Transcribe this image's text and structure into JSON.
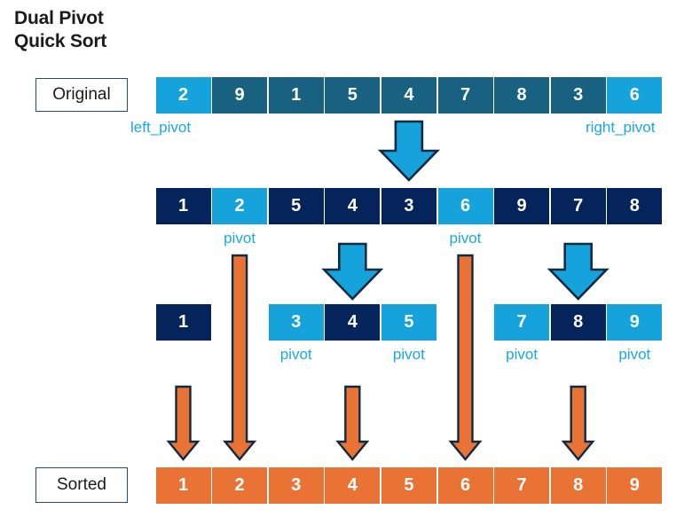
{
  "title": "Dual Pivot\nQuick Sort",
  "labels": {
    "original": "Original",
    "sorted": "Sorted",
    "left_pivot": "left_pivot",
    "right_pivot": "right_pivot",
    "pivot": "pivot"
  },
  "colors": {
    "light_blue": "#16A3DB",
    "teal": "#196180",
    "navy": "#06245C",
    "orange": "#E87335",
    "caption_blue": "#17A8E8",
    "outline": "#102A43",
    "label_border": "#1F4E79",
    "background": "#FFFFFF",
    "text_on_cell": "#FFFFFF",
    "title_text": "#1A1A1A"
  },
  "rows": [
    {
      "name": "original",
      "label": "Original",
      "values": [
        2,
        9,
        1,
        5,
        4,
        7,
        8,
        3,
        6
      ],
      "styles": [
        "light",
        "teal",
        "teal",
        "teal",
        "teal",
        "teal",
        "teal",
        "teal",
        "light"
      ],
      "captions": [
        {
          "text": "left_pivot",
          "index": 0
        },
        {
          "text": "right_pivot",
          "index": 8
        }
      ]
    },
    {
      "name": "partition-1",
      "label": "",
      "values": [
        1,
        2,
        5,
        4,
        3,
        6,
        9,
        7,
        8
      ],
      "styles": [
        "navy",
        "light",
        "navy",
        "navy",
        "navy",
        "light",
        "navy",
        "navy",
        "navy"
      ],
      "captions": [
        {
          "text": "pivot",
          "index": 1
        },
        {
          "text": "pivot",
          "index": 5
        }
      ]
    },
    {
      "name": "partition-2",
      "label": "",
      "groups": [
        {
          "start": 0,
          "values": [
            1
          ],
          "styles": [
            "navy"
          ],
          "captions": []
        },
        {
          "start": 2,
          "values": [
            3,
            4,
            5
          ],
          "styles": [
            "light",
            "navy",
            "light"
          ],
          "captions": [
            {
              "text": "pivot",
              "index": 0
            },
            {
              "text": "pivot",
              "index": 2
            }
          ]
        },
        {
          "start": 6,
          "values": [
            7,
            8,
            9
          ],
          "styles": [
            "light",
            "navy",
            "light"
          ],
          "captions": [
            {
              "text": "pivot",
              "index": 0
            },
            {
              "text": "pivot",
              "index": 2
            }
          ]
        }
      ]
    },
    {
      "name": "sorted",
      "label": "Sorted",
      "values": [
        1,
        2,
        3,
        4,
        5,
        6,
        7,
        8,
        9
      ],
      "styles": [
        "orange",
        "orange",
        "orange",
        "orange",
        "orange",
        "orange",
        "orange",
        "orange",
        "orange"
      ],
      "captions": []
    }
  ],
  "arrows": {
    "blue": [
      {
        "name": "split-original",
        "index": 4,
        "from_row": "original",
        "to_row": "partition-1"
      },
      {
        "name": "split-left",
        "index": 3,
        "from_row": "partition-1",
        "to_row": "partition-2"
      },
      {
        "name": "split-right",
        "index": 7,
        "from_row": "partition-1",
        "to_row": "partition-2"
      }
    ],
    "orange": [
      {
        "name": "place-1",
        "index": 0,
        "long": false
      },
      {
        "name": "place-2",
        "index": 1,
        "long": true
      },
      {
        "name": "place-4",
        "index": 3,
        "long": false
      },
      {
        "name": "place-6",
        "index": 5,
        "long": true
      },
      {
        "name": "place-8",
        "index": 7,
        "long": false
      }
    ]
  }
}
